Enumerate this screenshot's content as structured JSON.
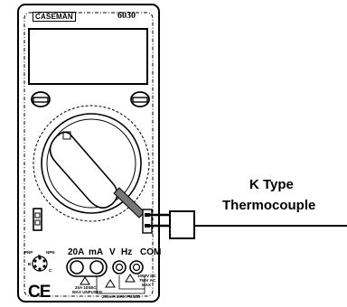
{
  "meter": {
    "brand": "CASEMAN",
    "model": "6030",
    "ce_mark": "CE",
    "transistor_labels": {
      "pnp": "PNP",
      "npn": "NPN",
      "e": "E",
      "b": "B",
      "c": "C"
    },
    "jacks": {
      "a20": "20A",
      "ma": "mA",
      "v": "V",
      "hz": "Hz",
      "com": "COM"
    },
    "warnings": {
      "left_line1": "20A 10SEC",
      "left_line2": "MAX UNFUSED",
      "right_line1": "1000V DC",
      "right_line2": "750V AC",
      "right_line3": "MAX",
      "bottom": "200mA MAX FUSED"
    }
  },
  "sensor": {
    "line1": "K Type",
    "line2": "Thermocouple"
  }
}
